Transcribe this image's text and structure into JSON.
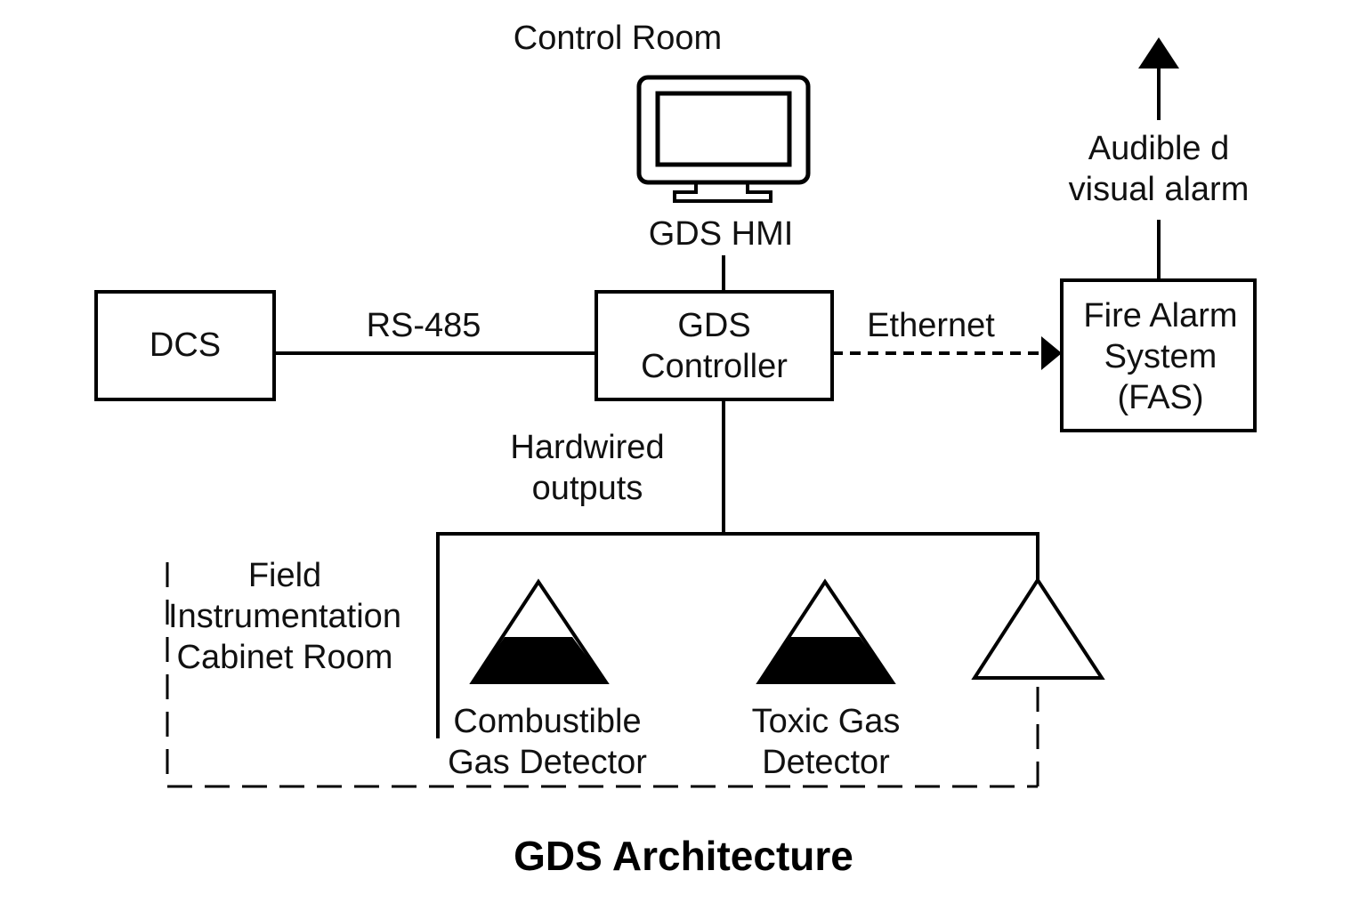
{
  "title": "GDS Architecture",
  "colors": {
    "stroke": "#000000",
    "background": "#ffffff"
  },
  "control_room": {
    "label": "Control Room",
    "hmi_label": "GDS HMI",
    "hmi_icon": "monitor-icon"
  },
  "nodes": {
    "dcs": {
      "label": "DCS"
    },
    "gds_controller": {
      "line1": "GDS",
      "line2": "Controller"
    },
    "fas": {
      "line1": "Fire Alarm",
      "line2": "System",
      "line3": "(FAS)"
    }
  },
  "links": {
    "rs485": "RS-485",
    "ethernet": "Ethernet",
    "hardwired": {
      "line1": "Hardwired",
      "line2": "outputs"
    },
    "alarm": {
      "line1": "Audible d",
      "line2": "visual alarm"
    }
  },
  "field_room": {
    "line1": "Field",
    "line2": "Instrumentation",
    "line3": "Cabinet Room"
  },
  "detectors": [
    {
      "line1": "Combustible",
      "line2": "Gas Detector",
      "icon": "detector-triangle-icon"
    },
    {
      "line1": "Toxic Gas",
      "line2": "Detector",
      "icon": "detector-triangle-icon"
    },
    {
      "line1": "",
      "line2": "",
      "icon": "empty-triangle-icon"
    }
  ]
}
